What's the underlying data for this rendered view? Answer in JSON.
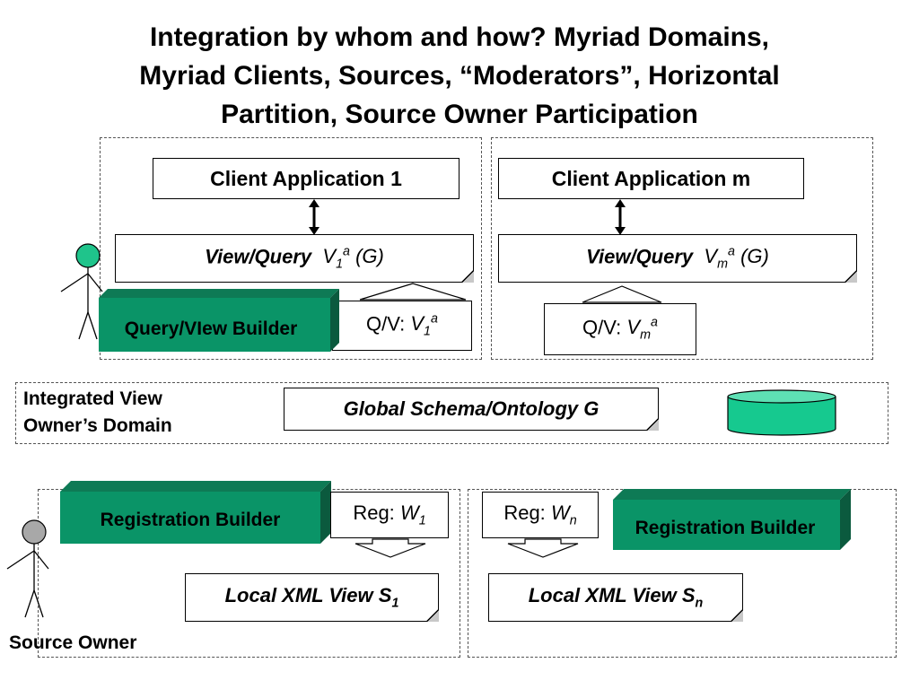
{
  "title": {
    "line1": "Integration by whom and how? Myriad Domains,",
    "line2": "Myriad Clients, Sources, “Moderators”, Horizontal",
    "line3": "Partition, Source Owner Participation"
  },
  "clients": [
    {
      "label": "Client Application 1"
    },
    {
      "label": "Client Application m"
    }
  ],
  "views": [
    {
      "prefix": "View/Query",
      "var": "V",
      "sub": "1",
      "sup": "a",
      "suffix": "(G)"
    },
    {
      "prefix": "View/Query",
      "var": "V",
      "sub": "m",
      "sup": "a",
      "suffix": "(G)"
    }
  ],
  "qv": [
    {
      "prefix": "Q/V:",
      "var": "V",
      "sub": "1",
      "sup": "a"
    },
    {
      "prefix": "Q/V:",
      "var": "V",
      "sub": "m",
      "sup": "a"
    }
  ],
  "query_builder": {
    "label": "Query/VIew Builder"
  },
  "integrated": {
    "line1": "Integrated View",
    "line2": "Owner’s Domain",
    "schema": "Global Schema/Ontology G"
  },
  "registration": [
    {
      "builder": "Registration Builder",
      "reg_prefix": "Reg:",
      "reg_var": "W",
      "reg_sub": "1",
      "local_prefix": "Local XML View S",
      "local_sub": "1"
    },
    {
      "builder": "Registration Builder",
      "reg_prefix": "Reg:",
      "reg_var": "W",
      "reg_sub": "n",
      "local_prefix": "Local XML View S",
      "local_sub": "n"
    }
  ],
  "source_owner": {
    "label": "Source Owner"
  },
  "colors": {
    "green": "#0a9467",
    "green_top": "#0e7a55",
    "actor_client": "#1fc48b",
    "actor_source": "#a8a8a8",
    "cylinder": "#16c98f"
  },
  "icons": [
    "double-arrow-icon",
    "block-arrow-icon",
    "stick-figure-icon",
    "database-cylinder-icon"
  ]
}
